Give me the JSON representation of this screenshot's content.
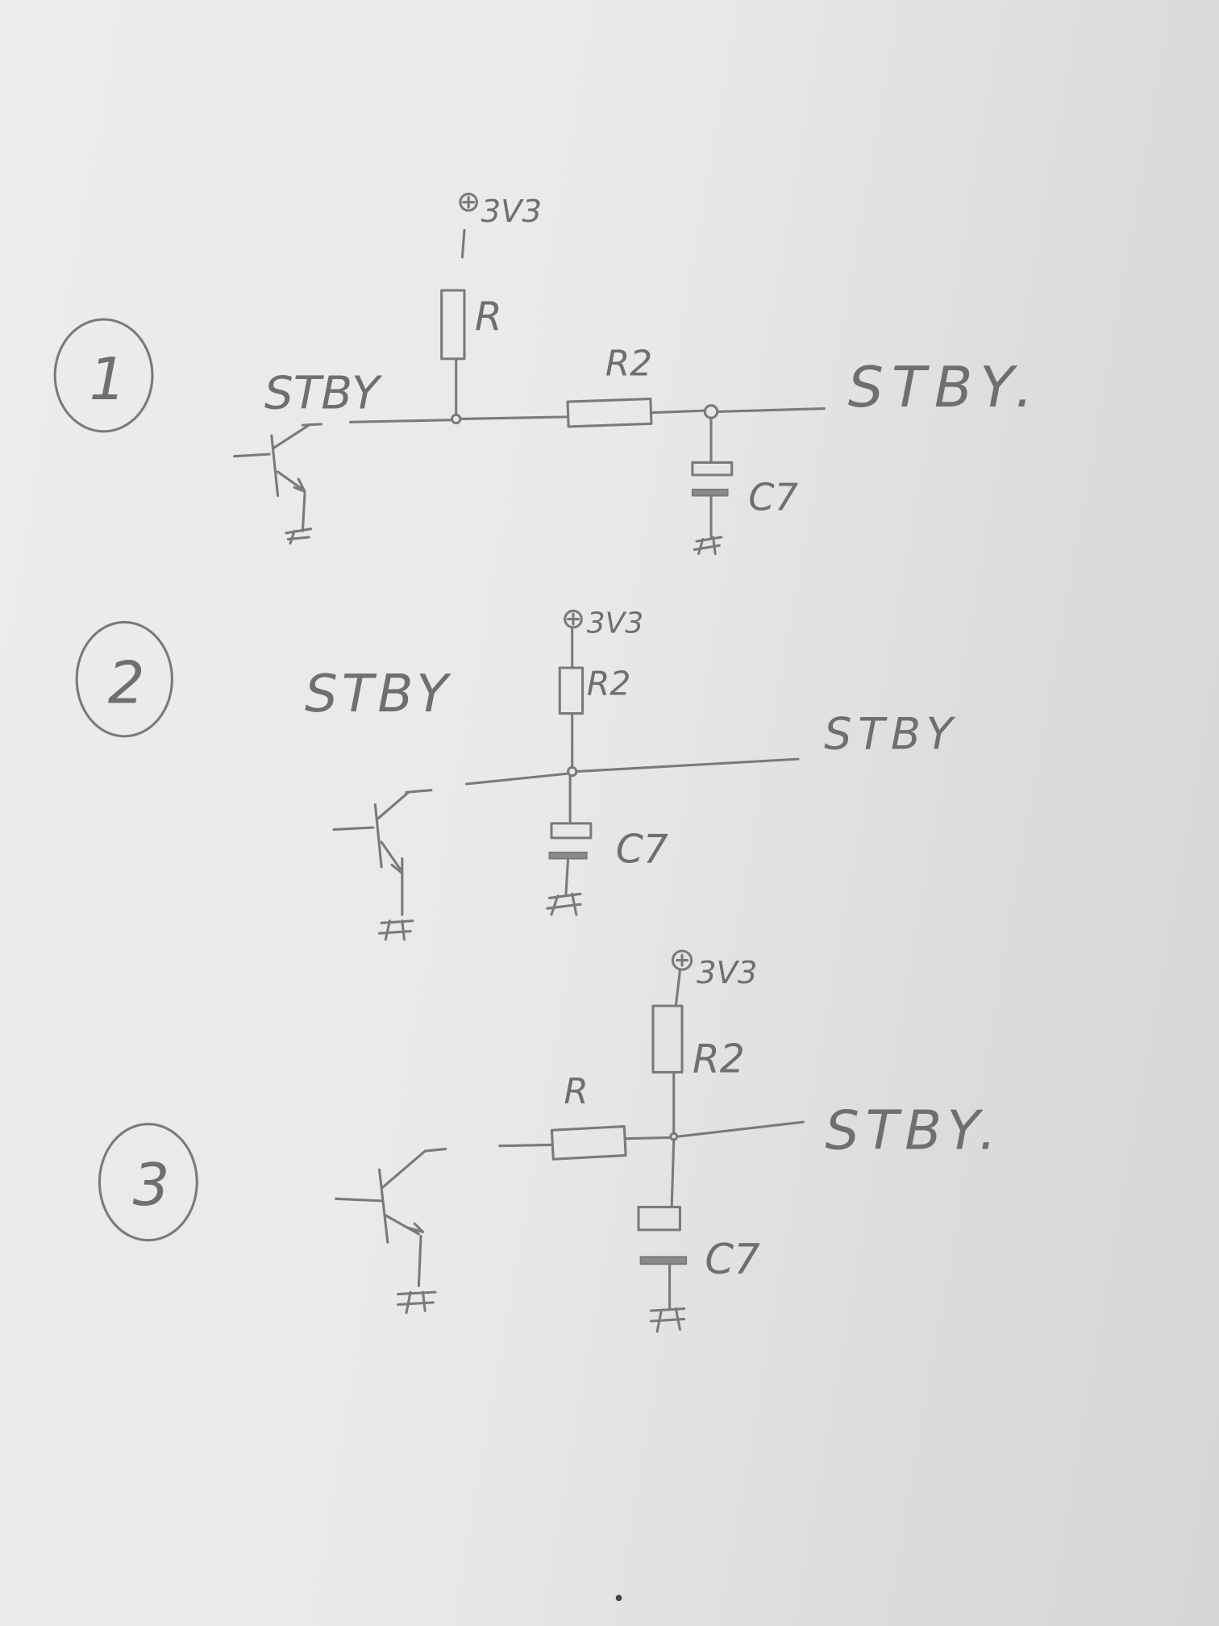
{
  "diagrams": [
    {
      "number": "1",
      "supply": "3V3",
      "resistor_top": "R",
      "resistor_series": "R2",
      "capacitor": "C7",
      "net_left": "STBY",
      "net_right": "STBY."
    },
    {
      "number": "2",
      "supply": "3V3",
      "resistor_top": "R2",
      "capacitor": "C7",
      "net_left": "STBY",
      "net_right": "STBY"
    },
    {
      "number": "3",
      "supply": "3V3",
      "resistor_top": "R2",
      "resistor_series": "R",
      "capacitor": "C7",
      "net_right": "STBY."
    }
  ],
  "colors": {
    "paper": "#e9e9e9",
    "pencil": "#7a7a7a"
  }
}
